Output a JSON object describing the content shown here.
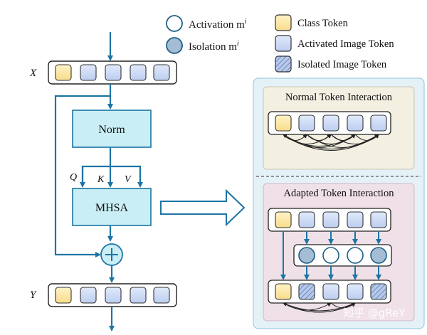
{
  "diagram": {
    "legend": {
      "activation": "Activation m",
      "activation_sup": "i",
      "isolation": "Isolation m",
      "isolation_sup": "i",
      "class_token": "Class Token",
      "activated_image_token": "Activated Image Token",
      "isolated_image_token": "Isolated Image Token"
    },
    "left": {
      "x_label": "X",
      "y_label": "Y",
      "norm": "Norm",
      "mhsa": "MHSA",
      "q": "Q",
      "k": "K",
      "v": "V",
      "plus": "+"
    },
    "right": {
      "normal_title": "Normal Token Interaction",
      "adapted_title": "Adapted Token Interaction"
    },
    "watermark": "知乎 @gReY",
    "colors": {
      "class_token": "#fdeaa9",
      "image_token": "#cfdcf5",
      "process_box": "#c9eef5",
      "arrow": "#1c75a4",
      "normal_panel": "#f3f0e2",
      "adapted_panel": "#f0e1e8",
      "outer_panel": "#e4f2f8",
      "gate_active": "#ffffff",
      "gate_isolated": "#a4bcd4"
    }
  }
}
